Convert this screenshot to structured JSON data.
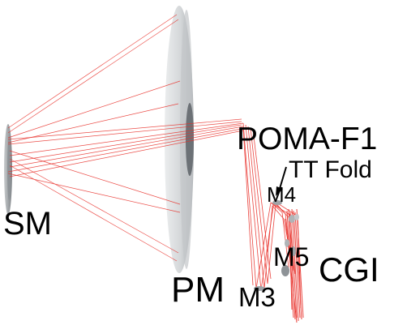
{
  "labels": {
    "sm": "SM",
    "pm": "PM",
    "poma": "POMA-F1",
    "tt_fold": "TT Fold",
    "m4": "M4",
    "m5": "M5",
    "cgi": "CGI",
    "m3": "M3"
  },
  "colors": {
    "ray": "#e8302a",
    "mirror_light": "#dfe1e3",
    "mirror_mid": "#b9bcbf",
    "mirror_dark": "#6c7176"
  }
}
